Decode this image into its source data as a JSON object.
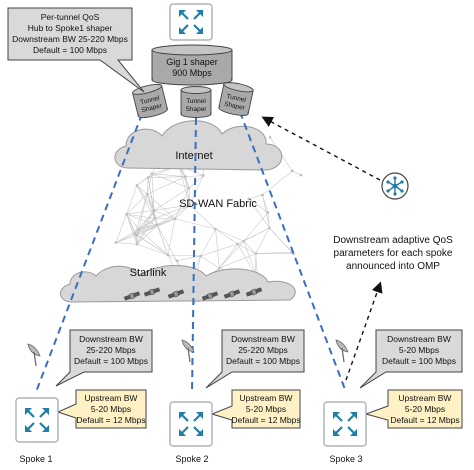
{
  "qos_callout": {
    "line1": "Per-tunnel QoS",
    "line2": "Hub to Spoke1 shaper",
    "line3": "Downstream BW 25-220 Mbps",
    "line4": "Default = 100 Mbps"
  },
  "hub_shaper": {
    "name": "Gig 1 shaper",
    "rate": "900 Mbps"
  },
  "tunnel_shaper": {
    "line1": "Tunnel",
    "line2": "Shaper"
  },
  "internet_label": "Internet",
  "fabric_label": "SD-WAN Fabric",
  "starlink_label": "Starlink",
  "omp_note": {
    "line1": "Downstream adaptive QoS",
    "line2": "parameters for each spoke",
    "line3": "announced into OMP"
  },
  "spokes": [
    {
      "label": "Spoke 1",
      "downstream": {
        "line1": "Downstream BW",
        "line2": "25-220 Mbps",
        "line3": "Default = 100 Mbps"
      },
      "upstream": {
        "line1": "Upstream BW",
        "line2": "5-20 Mbps",
        "line3": "Default = 12 Mbps"
      }
    },
    {
      "label": "Spoke 2",
      "downstream": {
        "line1": "Downstream BW",
        "line2": "25-220 Mbps",
        "line3": "Default = 100 Mbps"
      },
      "upstream": {
        "line1": "Upstream BW",
        "line2": "5-20 Mbps",
        "line3": "Default = 12 Mbps"
      }
    },
    {
      "label": "Spoke 3",
      "downstream": {
        "line1": "Downstream BW",
        "line2": "5-20 Mbps",
        "line3": "Default = 100 Mbps"
      },
      "upstream": {
        "line1": "Upstream BW",
        "line2": "5-20 Mbps",
        "line3": "Default = 12 Mbps"
      }
    }
  ],
  "colors": {
    "router_blue": "#1f7fa8",
    "tunnel_dash": "#3a6fbf",
    "downstream_box": "#d9d9d9",
    "upstream_box": "#fdf1c5"
  }
}
